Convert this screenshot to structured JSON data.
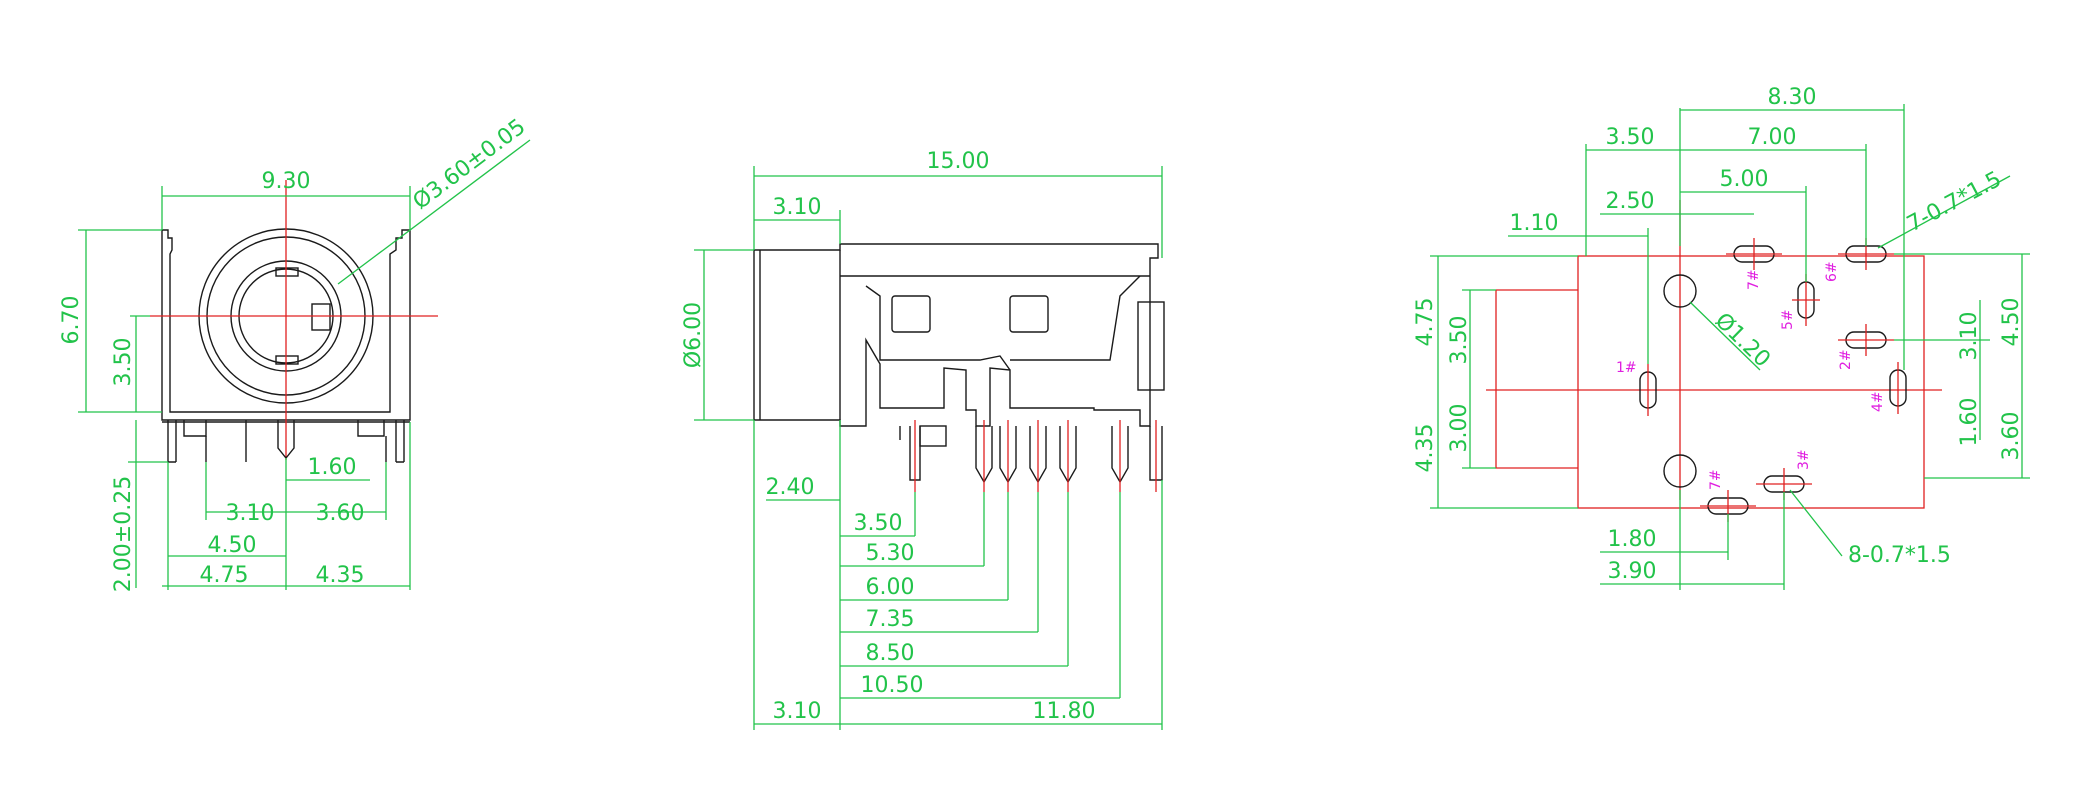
{
  "front_view": {
    "width": "9.30",
    "hole": "Ø3.60±0.05",
    "height": "6.70",
    "center_h": "3.50",
    "pin_len": "2.00±0.25",
    "p1": "1.60",
    "p2": "3.10",
    "p3": "3.60",
    "p4": "4.50",
    "p5": "4.75",
    "p6": "4.35"
  },
  "side_view": {
    "length": "15.00",
    "nose": "3.10",
    "dia": "Ø6.00",
    "offset": "2.40",
    "d1": "3.50",
    "d2": "5.30",
    "d3": "6.00",
    "d4": "7.35",
    "d5": "8.50",
    "d6": "10.50",
    "bottom_left": "3.10",
    "bottom_right": "11.80"
  },
  "pcb_view": {
    "total": "8.30",
    "left": "3.50",
    "w700": "7.00",
    "w500": "5.00",
    "w250": "2.50",
    "w110": "1.10",
    "slot_top": "7-0.7*1.5",
    "hole_dia": "Ø1.20",
    "v475": "4.75",
    "v350": "3.50",
    "v435": "4.35",
    "v300": "3.00",
    "v450": "4.50",
    "v310": "3.10",
    "v160": "1.60",
    "v360": "3.60",
    "b180": "1.80",
    "b390": "3.90",
    "slot_bottom": "8-0.7*1.5",
    "pins": [
      "1#",
      "2#",
      "3#",
      "4#",
      "5#",
      "6#",
      "7#",
      "7#"
    ]
  },
  "colors": {
    "dimension": "#22c34a",
    "outline": "#1a1a1a",
    "centerline": "#e02020",
    "pin_label": "#e020e0"
  }
}
